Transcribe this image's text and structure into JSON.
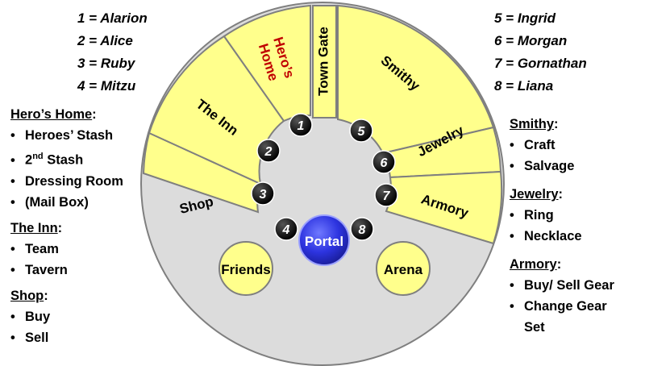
{
  "colors": {
    "sector_fill": "#ffff8c",
    "sector_stroke": "#7f7f7f",
    "hub_fill": "#dcdcdc",
    "home_label": "#c00000",
    "portal_fill": "#2d34e0",
    "badge_fill": "#000000"
  },
  "diagram": {
    "sectors": [
      {
        "id": "shop",
        "label": "Shop"
      },
      {
        "id": "inn",
        "label": "The Inn"
      },
      {
        "id": "home",
        "label_lines": [
          "Hero’s",
          "Home"
        ]
      },
      {
        "id": "gate",
        "label": "Town Gate"
      },
      {
        "id": "smithy",
        "label": "Smithy"
      },
      {
        "id": "jewelry",
        "label": "Jewelry"
      },
      {
        "id": "armory",
        "label": "Armory"
      }
    ],
    "badges": [
      "1",
      "2",
      "3",
      "4",
      "5",
      "6",
      "7",
      "8"
    ],
    "portal_label": "Portal",
    "friends_label": "Friends",
    "arena_label": "Arena"
  },
  "players_left": [
    "1 = Alarion",
    "2 = Alice",
    "3 = Ruby",
    "4 = Mitzu"
  ],
  "players_right": [
    "5 = Ingrid",
    "6 = Morgan",
    "7 = Gornathan",
    "8 = Liana"
  ],
  "legend_left": {
    "home": {
      "title": "Hero’s Home",
      "items": [
        "Heroes’ Stash",
        "2",
        "nd",
        " Stash",
        "Dressing Room",
        "(Mail Box)"
      ]
    },
    "inn": {
      "title": "The Inn",
      "items": [
        "Team",
        "Tavern"
      ]
    },
    "shop": {
      "title": "Shop",
      "items": [
        "Buy",
        "Sell"
      ]
    }
  },
  "legend_right": {
    "smithy": {
      "title": "Smithy",
      "items": [
        "Craft",
        "Salvage"
      ]
    },
    "jewelry": {
      "title": "Jewelry",
      "items": [
        "Ring",
        "Necklace"
      ]
    },
    "armory": {
      "title": "Armory",
      "items": [
        "Buy/ Sell Gear",
        "Change Gear",
        "Set"
      ]
    }
  }
}
